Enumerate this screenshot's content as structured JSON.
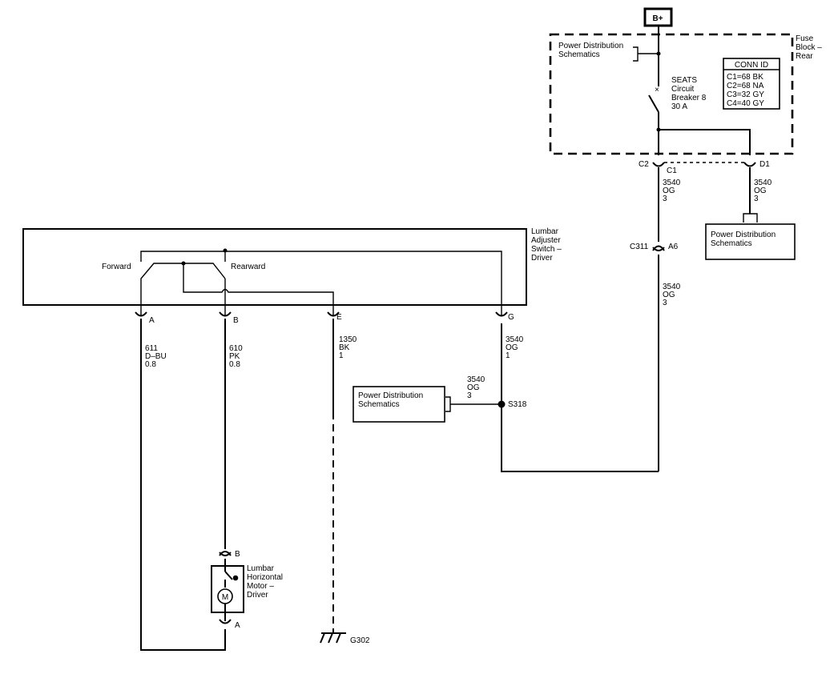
{
  "battery": {
    "label": "B+"
  },
  "fuse_block": {
    "title_lines": [
      "Fuse",
      "Block –",
      "Rear"
    ],
    "ref_lines": [
      "Power Distribution",
      "Schematics"
    ],
    "breaker_lines": [
      "SEATS",
      "Circuit",
      "Breaker 8",
      "30 A"
    ],
    "conn_id": {
      "header": "CONN ID",
      "rows": [
        "C1=68 BK",
        "C2=68 NA",
        "C3=32 GY",
        "C4=40 GY"
      ]
    }
  },
  "connectors": {
    "c2": "C2",
    "c1": "C1",
    "d1": "D1",
    "c311": "C311",
    "a6": "A6",
    "sw_a": "A",
    "sw_b": "B",
    "sw_e": "E",
    "sw_g": "G",
    "motor_b": "B",
    "motor_a": "A",
    "splice": "S318",
    "ground": "G302"
  },
  "wires": {
    "w_c1": [
      "3540",
      "OG",
      "3"
    ],
    "w_d1": [
      "3540",
      "OG",
      "3"
    ],
    "w_a6": [
      "3540",
      "OG",
      "3"
    ],
    "w_a": [
      "611",
      "D–BU",
      "0.8"
    ],
    "w_b": [
      "610",
      "PK",
      "0.8"
    ],
    "w_e": [
      "1350",
      "BK",
      "1"
    ],
    "w_g": [
      "3540",
      "OG",
      "1"
    ],
    "w_splice": [
      "3540",
      "OG",
      "3"
    ]
  },
  "refs": {
    "pd_right": [
      "Power Distribution",
      "Schematics"
    ],
    "pd_left": [
      "Power Distribution",
      "Schematics"
    ]
  },
  "switch": {
    "title_lines": [
      "Lumbar",
      "Adjuster",
      "Switch –",
      "Driver"
    ],
    "forward": "Forward",
    "rearward": "Rearward"
  },
  "motor": {
    "title_lines": [
      "Lumbar",
      "Horizontal",
      "Motor –",
      "Driver"
    ],
    "symbol": "M"
  }
}
